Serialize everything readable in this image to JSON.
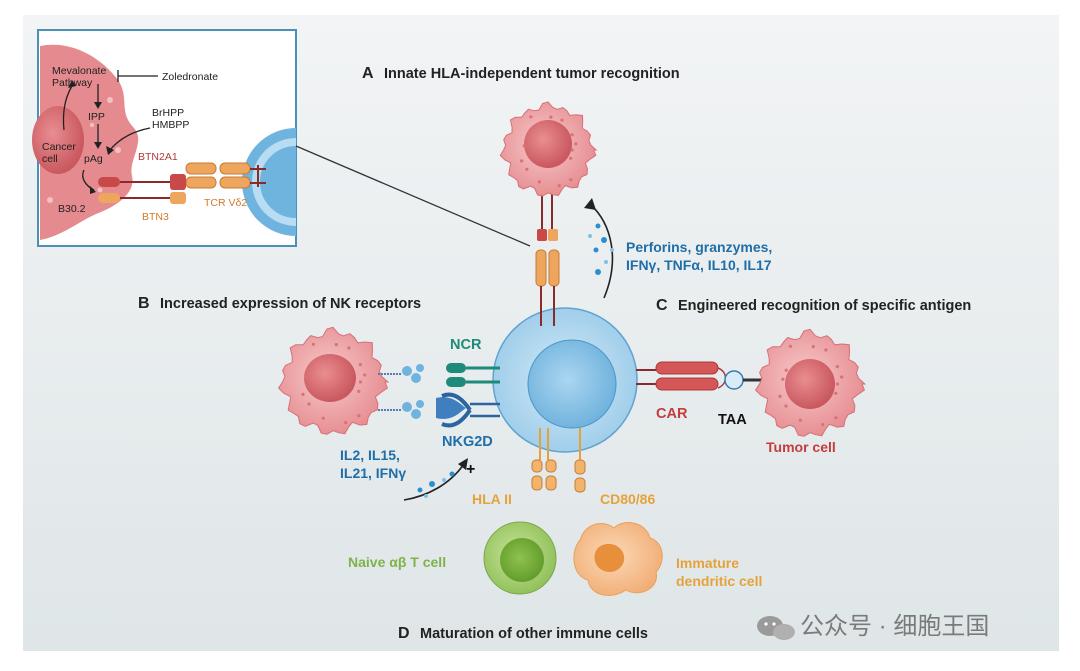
{
  "sections": {
    "a": {
      "letter": "A",
      "title": "Innate HLA-independent tumor recognition"
    },
    "b": {
      "letter": "B",
      "title": "Increased expression of NK receptors"
    },
    "c": {
      "letter": "C",
      "title": "Engineered recognition of specific antigen"
    },
    "d": {
      "letter": "D",
      "title": "Maturation of other immune cells"
    }
  },
  "inset": {
    "mevalonate_line1": "Mevalonate",
    "mevalonate_line2": "Pathway",
    "zoledronate": "Zoledronate",
    "ipp": "IPP",
    "brhpp": "BrHPP",
    "hmbpp": "HMBPP",
    "cancer_line1": "Cancer",
    "cancer_line2": "cell",
    "pag": "pAg",
    "btn2a1": "BTN2A1",
    "b302": "B30.2",
    "btn3": "BTN3",
    "tcr": "TCR Vδ2"
  },
  "labels": {
    "cytokines_line1": "Perforins, granzymes,",
    "cytokines_line2": "IFNγ, TNFα, IL10, IL17",
    "ncr": "NCR",
    "nkg2d": "NKG2D",
    "il_line1": "IL2, IL15,",
    "il_line2": "IL21, IFNγ",
    "plus": "+",
    "car": "CAR",
    "taa": "TAA",
    "tumor_cell": "Tumor cell",
    "hla2": "HLA II",
    "cd80": "CD80/86",
    "naive": "Naive αβ T cell",
    "immature_line1": "Immature",
    "immature_line2": "dendritic cell"
  },
  "watermark": "公众号 · 细胞王国",
  "colors": {
    "tumor": "#e8868a",
    "tumor_light": "#f2b3b3",
    "tcell": "#a9d4ee",
    "tcell_core": "#7fbde4",
    "blue_text": "#1f6ea8",
    "teal": "#1d8a7a",
    "orange": "#e8a15a",
    "red_text": "#c43c3c",
    "green": "#7fb24a",
    "yellow_text": "#e6a23a"
  }
}
